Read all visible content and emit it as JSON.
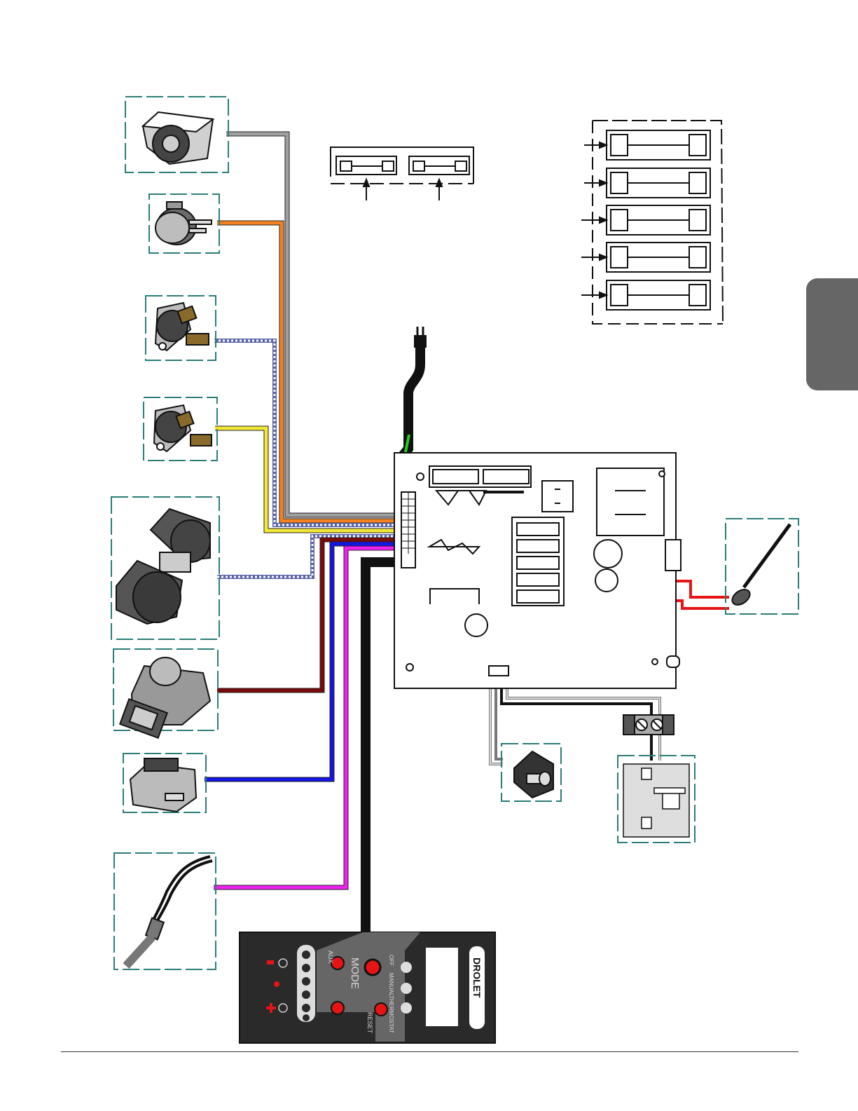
{
  "control_panel": {
    "logo": "DROLET",
    "mode_label": "MODE",
    "aux_label": "AUX",
    "reset_label": "RESET",
    "mode_options": [
      "OFF",
      "MANUAL",
      "THERMOSTAT"
    ]
  },
  "colors": {
    "gray_wire": "#a0a0a0",
    "orange_wire": "#f58220",
    "yellow_wire": "#f2e835",
    "dark_red_wire": "#7a0a0a",
    "blue_wire": "#1414e6",
    "magenta_wire": "#f020f0",
    "black_wire": "#111111",
    "green_wire": "#22cc22",
    "red_wire": "#e81414",
    "teal_border": "#2b7d78",
    "side_tab": "#666666"
  },
  "components": [
    {
      "name": "cooling-fan-icon"
    },
    {
      "name": "pressure-switch-icon"
    },
    {
      "name": "high-limit-thermodisc-icon"
    },
    {
      "name": "low-limit-thermodisc-icon"
    },
    {
      "name": "convection-blower-icon"
    },
    {
      "name": "combustion-blower-icon"
    },
    {
      "name": "auger-motor-icon"
    },
    {
      "name": "igniter-icon"
    },
    {
      "name": "temperature-probe-icon"
    },
    {
      "name": "room-sensor-icon"
    },
    {
      "name": "thermostat-icon"
    }
  ]
}
